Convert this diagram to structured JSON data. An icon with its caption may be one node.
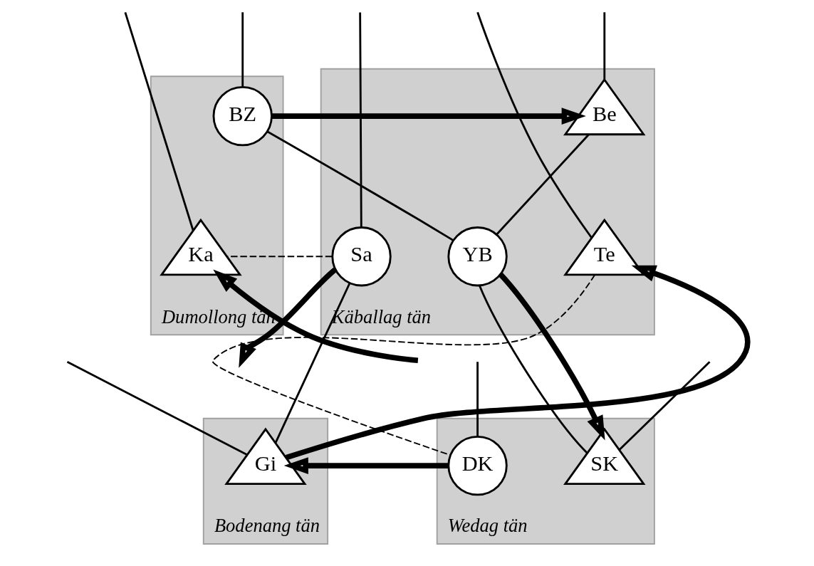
{
  "diagram": {
    "nodes": [
      {
        "text": [
          "Käballag tän"
        ]
      },
      {
        "text": [
          "Be"
        ],
        "in": 0
      },
      {
        "text": [
          "Te"
        ],
        "in": 0
      },
      {
        "text": [
          "Sa"
        ],
        "in": 0
      },
      {
        "text": [
          "YB"
        ],
        "in": 0
      },
      {
        "text": [
          "Dumollong tän"
        ]
      },
      {
        "text": [
          "BZ"
        ],
        "in": 5
      },
      {
        "text": [
          "Ka"
        ],
        "in": 5
      },
      {
        "text": [
          "Bodenang tän"
        ]
      },
      {
        "text": [
          "Gi"
        ],
        "in": 8
      },
      {
        "text": [
          "Wedag tän"
        ]
      },
      {
        "text": [
          "DK"
        ],
        "in": 10
      },
      {
        "text": [
          "SK"
        ],
        "in": 10
      }
    ],
    "edges": [
      {
        "from": null,
        "to": 1,
        "arrow": "none"
      },
      {
        "from": null,
        "to": 6,
        "arrow": "none"
      },
      {
        "from": 1,
        "to": 4,
        "arrow": "none"
      },
      {
        "from": 6,
        "to": 4,
        "arrow": "none"
      },
      {
        "from": null,
        "to": 2,
        "arrow": "none"
      },
      {
        "from": null,
        "to": 3,
        "arrow": "none"
      },
      {
        "from": null,
        "to": 7,
        "arrow": "none"
      },
      {
        "from": 3,
        "to": 9,
        "arrow": "none"
      },
      {
        "from": 3,
        "to": 7,
        "arrow": "none",
        "style": "dashed"
      },
      {
        "from": 4,
        "to": 12,
        "arrow": "none"
      },
      {
        "from": null,
        "to": 9,
        "arrow": "none"
      },
      {
        "from": null,
        "to": 11,
        "arrow": "none"
      },
      {
        "from": null,
        "to": 12,
        "arrow": "none"
      },
      {
        "from": 2,
        "to": 11,
        "arrow": "none",
        "style": "dashed"
      },
      {
        "from": 6,
        "to": 1,
        "arrow": "to",
        "style": "thick"
      },
      {
        "from": 9,
        "to": 2,
        "arrow": "to",
        "style": "thick"
      },
      {
        "from": 3,
        "to": null,
        "arrow": "to",
        "style": "thick"
      },
      {
        "from": null,
        "to": 7,
        "arrow": "to",
        "style": "thick"
      },
      {
        "from": 4,
        "to": 12,
        "arrow": "to",
        "style": "thick"
      },
      {
        "from": 11,
        "to": 9,
        "arrow": "to",
        "style": "thick"
      }
    ]
  }
}
